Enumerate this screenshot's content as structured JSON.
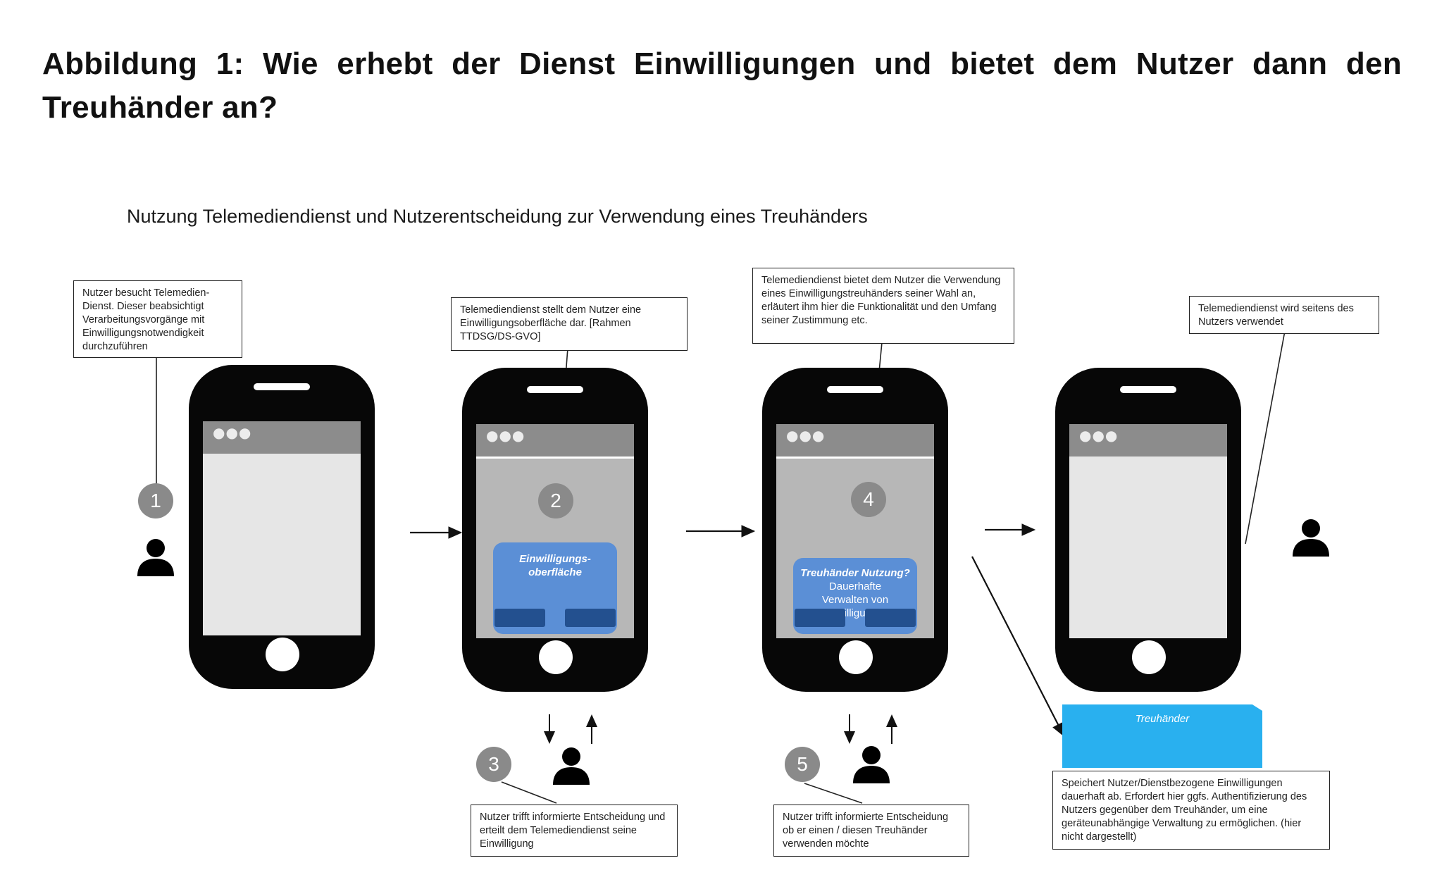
{
  "heading": "Abbildung 1: Wie erhebt der Dienst Einwilligungen und bietet dem Nutzer dann den Treuhänder an?",
  "diagram": {
    "subtitle": "Nutzung Telemediendienst und Nutzerentscheidung zur Verwendung eines Treuhänders",
    "steps": {
      "s1": {
        "number": "1",
        "text": "Nutzer besucht Telemedien-Dienst. Dieser beabsichtigt Verarbeitungsvorgänge mit Einwilligungsnotwendigkeit durchzuführen"
      },
      "s2": {
        "number": "2",
        "text": "Telemediendienst stellt dem Nutzer eine Einwilligungsoberfläche dar. [Rahmen TTDSG/DS-GVO]",
        "dialog_title": "Einwilligungs-oberfläche"
      },
      "s3": {
        "number": "3",
        "text": "Nutzer trifft informierte Entscheidung und erteilt dem Telemediendienst seine Einwilligung"
      },
      "s4": {
        "number": "4",
        "text": "Telemediendienst bietet dem Nutzer die Verwendung eines Einwilligungstreuhänders seiner Wahl an, erläutert ihm hier die Funktionalität und den Umfang seiner Zustimmung etc.",
        "dialog_title": "Treuhänder Nutzung?",
        "dialog_text": "Dauerhafte Verwalten von Einwilligungen"
      },
      "s5": {
        "number": "5",
        "text": "Nutzer trifft informierte Entscheidung ob er einen / diesen Treuhänder verwenden möchte"
      },
      "s6": {
        "text": "Telemediendienst wird seitens des Nutzers verwendet"
      }
    },
    "trustee": {
      "label": "Treuhänder",
      "text": "Speichert Nutzer/Dienstbezogene Einwilligungen dauerhaft ab. Erfordert hier ggfs. Authentifizierung des Nutzers gegenüber dem Treuhänder, um eine geräteunabhängige Verwaltung zu ermöglichen. (hier nicht dargestellt)"
    },
    "colors": {
      "phone": "#070707",
      "dialog": "#5b8fd6",
      "dialog_button": "#23508f",
      "trustee": "#29b0ef",
      "badge": "#8a8a8a"
    }
  }
}
